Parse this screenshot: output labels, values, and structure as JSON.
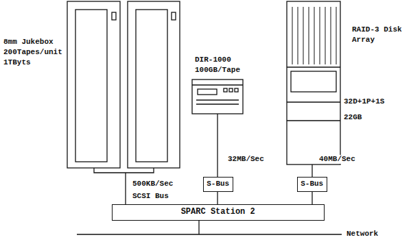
{
  "diagram": {
    "nodes": [
      {
        "text": [
          "8mm Jukebox 200Tapes/unit 1TByts"
        ]
      },
      {
        "text": [
          "DIR-1000 100GB/Tape"
        ]
      },
      {
        "text": [
          "RAID-3 Disk Array",
          "32D+1P+1S",
          "22GB"
        ]
      },
      {
        "text": [
          "S-Bus"
        ]
      },
      {
        "text": [
          "S-Bus"
        ]
      },
      {
        "text": [
          "SPARC Station 2"
        ]
      }
    ],
    "edges": [
      {
        "from": 0,
        "to": 5,
        "arrow": "none"
      },
      {
        "from": 1,
        "to": 3,
        "label": "32MB/Sec",
        "arrow": "none"
      },
      {
        "from": 3,
        "to": 5,
        "arrow": "none"
      },
      {
        "from": 2,
        "to": 4,
        "label": "40MB/Sec",
        "arrow": "none"
      },
      {
        "from": 4,
        "to": 5,
        "arrow": "none"
      }
    ],
    "labels": [
      "500KB/Sec",
      "SCSI Bus",
      "Network"
    ]
  }
}
